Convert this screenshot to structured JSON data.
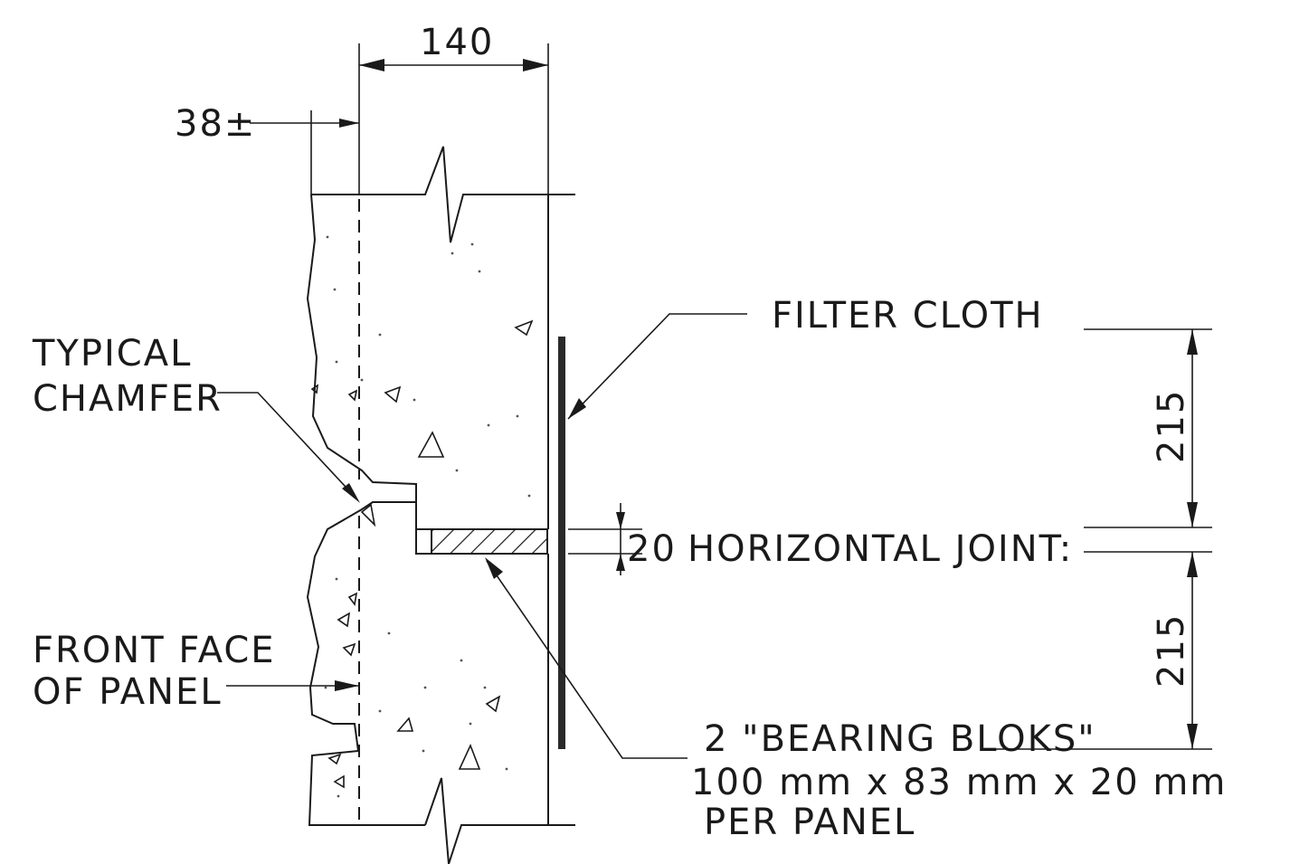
{
  "dimensions": {
    "panel_thickness": "140",
    "chamfer_offset": "38±",
    "upper_spacing": "215",
    "lower_spacing": "215",
    "joint_thickness": "20"
  },
  "labels": {
    "filter_cloth": "FILTER CLOTH",
    "typical_chamfer_line1": "TYPICAL",
    "typical_chamfer_line2": "CHAMFER",
    "horizontal_joint": "HORIZONTAL JOINT:",
    "front_face_line1": "FRONT FACE",
    "front_face_line2": "OF PANEL",
    "bearing_line1": "2 \"BEARING BLOKS\"",
    "bearing_line2": "100 mm x 83 mm x 20 mm",
    "bearing_line3": "PER PANEL"
  },
  "colors": {
    "ink": "#1a1a1a",
    "paper": "#ffffff"
  }
}
